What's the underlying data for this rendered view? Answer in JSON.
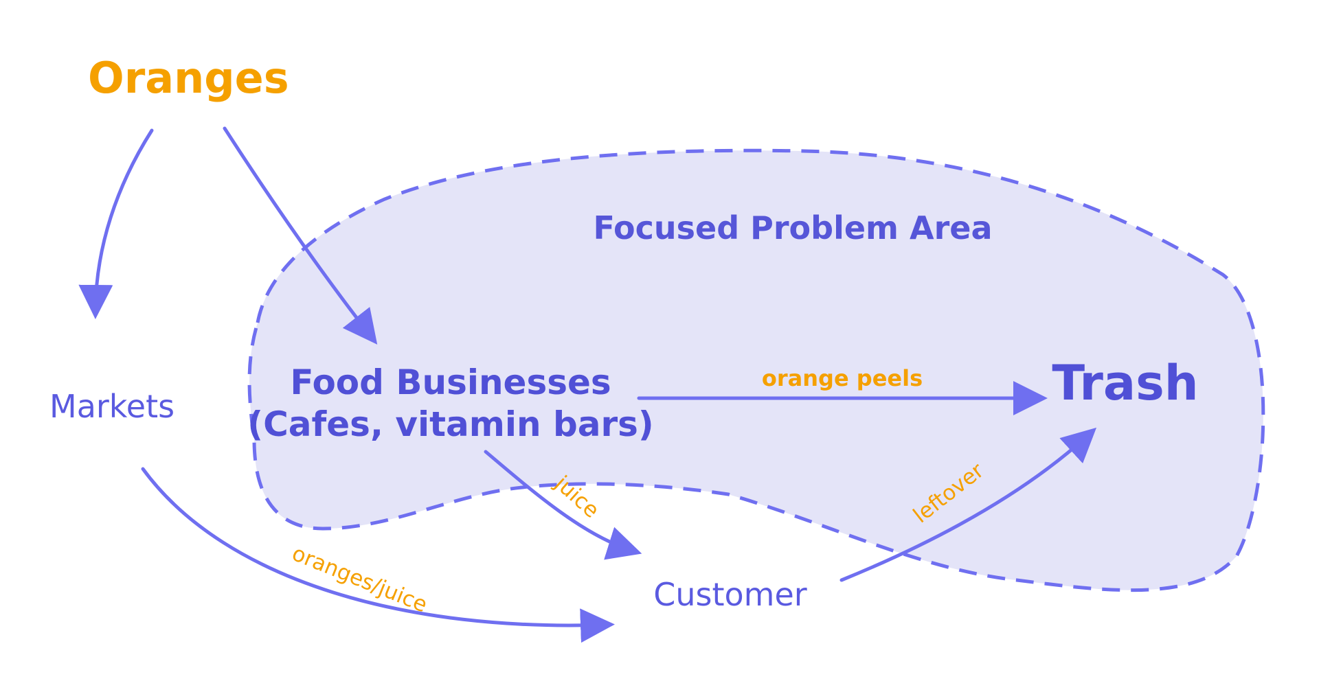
{
  "colors": {
    "accent_orange": "#F5A000",
    "primary_blue": "#5050D6",
    "arrow_blue": "#6F6FF0",
    "area_fill": "#E4E4F8"
  },
  "nodes": {
    "oranges": "Oranges",
    "markets": "Markets",
    "food_businesses_line1": "Food Businesses",
    "food_businesses_line2": "(Cafes, vitamin bars)",
    "trash": "Trash",
    "customer": "Customer"
  },
  "area": {
    "label": "Focused Problem Area"
  },
  "edges": {
    "orange_peels": "orange peels",
    "juice": "juice",
    "leftover": "leftover",
    "oranges_juice": "oranges/juice"
  }
}
